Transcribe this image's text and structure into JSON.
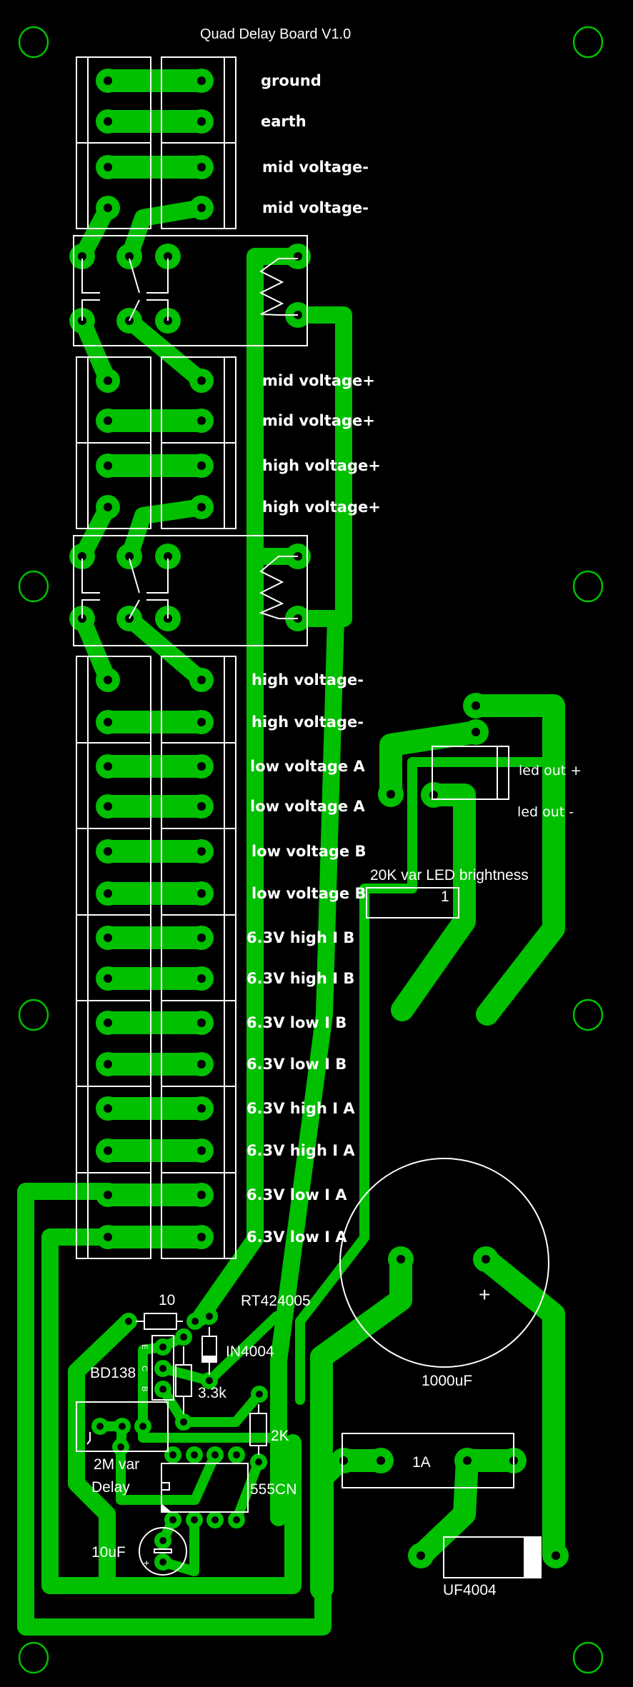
{
  "board": {
    "title": "Quad Delay Board V1.0",
    "colors": {
      "copper": "#00c000",
      "silkscreen": "#ffffff",
      "background": "#000000"
    }
  },
  "terminals": [
    "ground",
    "earth",
    "mid voltage-",
    "mid voltage-",
    "mid voltage+",
    "mid voltage+",
    "high voltage+",
    "high voltage+",
    "high voltage-",
    "high voltage-",
    "low voltage A",
    "low voltage A",
    "low voltage B",
    "low voltage B",
    "6.3V high I B",
    "6.3V high I B",
    "6.3V low I B",
    "6.3V low I B",
    "6.3V high I A",
    "6.3V high I A",
    "6.3V low I A",
    "6.3V low I A"
  ],
  "led": {
    "plus": "led out +",
    "minus": "led out -",
    "pot": "20K var LED brightness",
    "pin1": "1"
  },
  "components": {
    "r10": "10",
    "relay": "RT424005",
    "diode": "IN4004",
    "transistor": "BD138",
    "pins_e": "E",
    "pins_c": "C",
    "pins_b": "B",
    "r33": "3.3k",
    "r2k": "2K",
    "pot": "2M var",
    "pot2": "Delay",
    "ic": "555CN",
    "cap_small": "10uF",
    "cap_big": "1000uF",
    "fuse": "1A",
    "rectifier": "UF4004",
    "plus": "+"
  }
}
